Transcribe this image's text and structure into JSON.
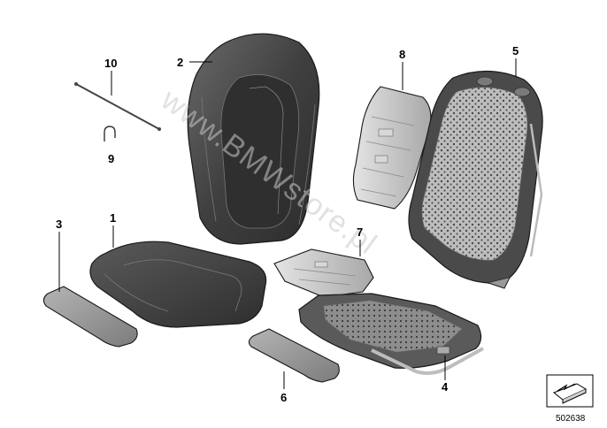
{
  "callouts": {
    "c1": "1",
    "c2": "2",
    "c3": "3",
    "c4": "4",
    "c5": "5",
    "c6": "6",
    "c7": "7",
    "c8": "8",
    "c9": "9",
    "c10": "10"
  },
  "watermark": "www.BMWstore.pl",
  "document_number": "502638",
  "colors": {
    "upholstery_dark": "#3d3d3d",
    "upholstery_mid": "#555555",
    "upholstery_light": "#8a8a8a",
    "frame_gray": "#c6c6c6",
    "pad_gray": "#9a9a9a",
    "outline": "#1a1a1a",
    "watermark": "#c9c9c9"
  }
}
